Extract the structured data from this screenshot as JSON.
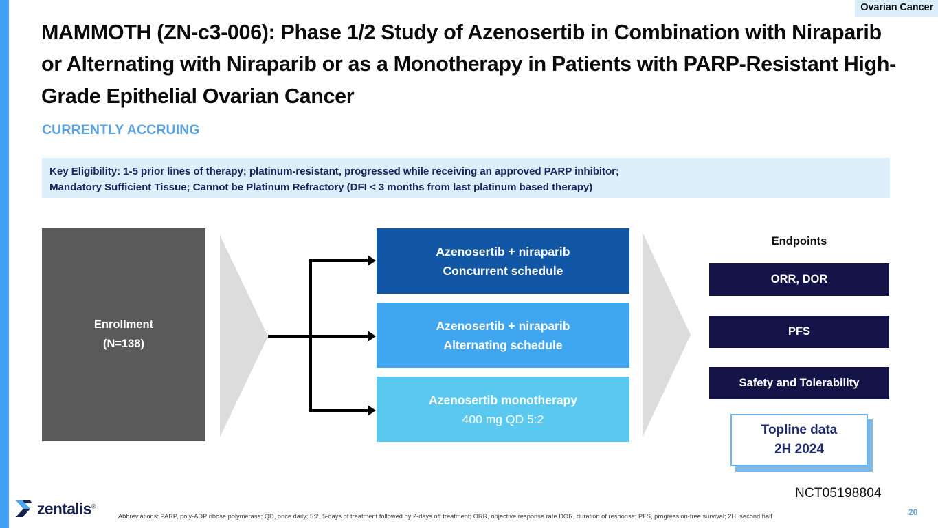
{
  "slide": {
    "area_tag": "Ovarian Cancer",
    "title": "MAMMOTH (ZN-c3-006): Phase 1/2 Study of Azenosertib in Combination with Niraparib or Alternating with Niraparib or as a Monotherapy in Patients with PARP-Resistant High-Grade Epithelial Ovarian Cancer",
    "status": "CURRENTLY ACCRUING",
    "eligibility": {
      "line1": "Key Eligibility: 1-5 prior lines of therapy; platinum-resistant, progressed while receiving an approved PARP inhibitor;",
      "line2": "Mandatory Sufficient Tissue; Cannot be Platinum Refractory (DFI < 3 months from last platinum based therapy)"
    }
  },
  "diagram": {
    "enrollment": {
      "label": "Enrollment",
      "count": "(N=138)"
    },
    "arms": [
      {
        "line1": "Azenosertib + niraparib",
        "line2": "Concurrent schedule",
        "color": "#1157a5"
      },
      {
        "line1": "Azenosertib + niraparib",
        "line2": "Alternating schedule",
        "color": "#41a6f0"
      },
      {
        "line1": "Azenosertib monotherapy",
        "line2": "400 mg QD 5:2",
        "color": "#5bc8f0"
      }
    ],
    "endpoints": {
      "title": "Endpoints",
      "items": [
        "ORR, DOR",
        "PFS",
        "Safety and Tolerability"
      ],
      "color": "#131347"
    },
    "topline": {
      "line1": "Topline data",
      "line2": "2H 2024",
      "border_color": "#6cb2ec"
    }
  },
  "footer": {
    "nct_id": "NCT05198804",
    "logo_word": "zentalis",
    "logo_tm": "®",
    "abbreviations": "Abbreviations: PARP, poly-ADP ribose polymerase; QD, once daily; 5:2, 5-days of treatment followed by 2-days off treatment; ORR, objective response rate DOR, duration of response; PFS, progression-free survival; 2H, second half",
    "page_number": "20"
  },
  "theme": {
    "accent_bar_color": "#41a0f5",
    "tag_bg": "#d9edfb",
    "eligibility_bg": "#ddeefb",
    "eligibility_text": "#16255c",
    "status_color": "#5ba3e0",
    "enrollment_bg": "#5a5a5a",
    "chevron_color": "#dcdcdc"
  }
}
